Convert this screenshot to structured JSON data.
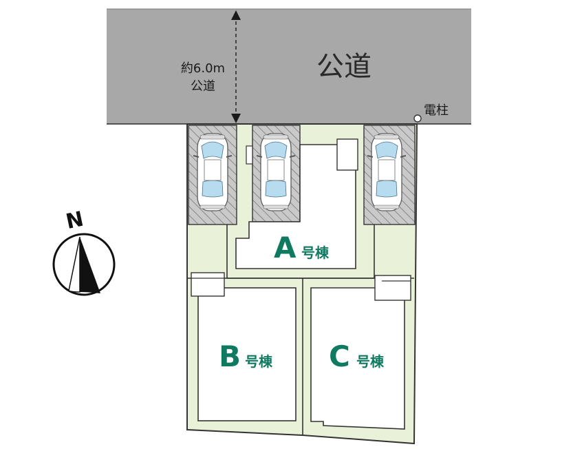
{
  "road": {
    "label": "公道",
    "width_label_line1": "約6.0m",
    "width_label_line2": "公道"
  },
  "utility_pole": {
    "label": "電柱"
  },
  "compass": {
    "label": "N"
  },
  "houses": [
    {
      "id": "A",
      "letter": "A",
      "suffix": "号棟"
    },
    {
      "id": "B",
      "letter": "B",
      "suffix": "号棟"
    },
    {
      "id": "C",
      "letter": "C",
      "suffix": "号棟"
    }
  ],
  "colors": {
    "road": "#a8a8a8",
    "lot_fill": "#e9f2d8",
    "house_label": "#0f7a5f",
    "parking_hatch": "#8a8a8a"
  }
}
